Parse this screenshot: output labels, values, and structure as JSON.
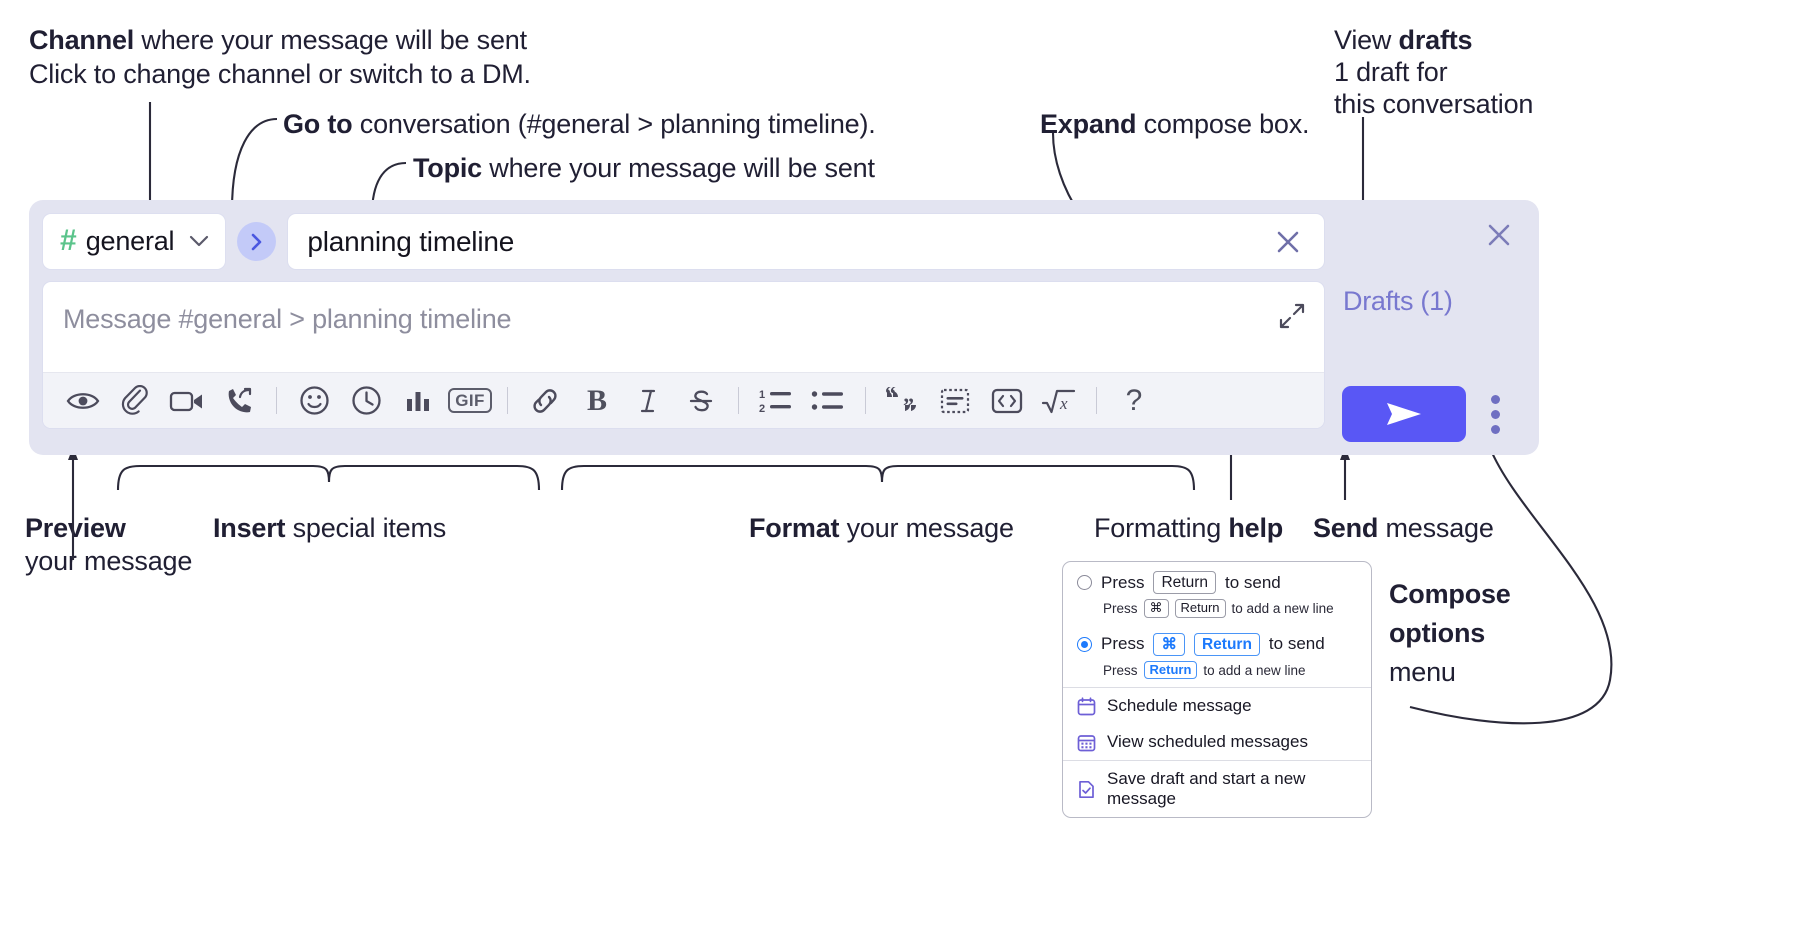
{
  "annotations": {
    "channel": {
      "bold": "Channel",
      "rest": " where your message will be sent",
      "sub": "Click to change channel or switch to a DM."
    },
    "goto": {
      "bold": "Go to",
      "rest": " conversation (#general > planning timeline)."
    },
    "topic": {
      "bold": "Topic",
      "rest": " where your message will be sent"
    },
    "expand": {
      "bold": "Expand",
      "rest": " compose box."
    },
    "drafts": {
      "bold_pre": "View ",
      "bold": "drafts",
      "sub1": "1 draft for",
      "sub2": "this conversation"
    },
    "preview": {
      "bold": "Preview",
      "sub": "your message"
    },
    "insert": {
      "bold": "Insert",
      "rest": " special items"
    },
    "format": {
      "bold": "Format",
      "rest": " your message"
    },
    "help": {
      "pre": "Formatting ",
      "bold": "help"
    },
    "send": {
      "bold": "Send",
      "rest": " message"
    },
    "compose_options": {
      "bold1": "Compose",
      "bold2": "options",
      "rest": "menu"
    }
  },
  "compose": {
    "channel_name": "general",
    "hash_symbol": "#",
    "topic_value": "planning timeline",
    "message_placeholder": "Message #general > planning timeline",
    "drafts_label": "Drafts (1)",
    "toolbar": {
      "insert_group": [
        {
          "name": "preview-eye-icon",
          "label": "Preview"
        },
        {
          "name": "attachment-paperclip-icon",
          "label": "Attach file"
        },
        {
          "name": "video-camera-icon",
          "label": "Record video clip"
        },
        {
          "name": "phone-forward-icon",
          "label": "Record audio clip"
        }
      ],
      "special_group": [
        {
          "name": "emoji-smiley-icon",
          "label": "Emoji"
        },
        {
          "name": "clock-icon",
          "label": "Schedule"
        },
        {
          "name": "bar-chart-icon",
          "label": "Poll"
        },
        {
          "name": "gif-icon",
          "label": "GIF"
        }
      ],
      "format_group": [
        {
          "name": "link-icon",
          "label": "Link"
        },
        {
          "name": "bold-icon",
          "label": "B"
        },
        {
          "name": "italic-icon",
          "label": "I"
        },
        {
          "name": "strikethrough-icon",
          "label": "Strikethrough"
        }
      ],
      "list_group": [
        {
          "name": "ordered-list-icon",
          "label": "Ordered list"
        },
        {
          "name": "bulleted-list-icon",
          "label": "Bulleted list"
        }
      ],
      "block_group": [
        {
          "name": "blockquote-icon",
          "label": "Blockquote"
        },
        {
          "name": "code-block-icon",
          "label": "Code block"
        },
        {
          "name": "inline-code-icon",
          "label": "Code"
        },
        {
          "name": "math-icon",
          "label": "Math"
        }
      ],
      "help_label": "?"
    }
  },
  "options_menu": {
    "option_1": {
      "selected": false,
      "press": "Press",
      "key": "Return",
      "tail": "to send",
      "sub_press": "Press",
      "sub_key_cmd": "⌘",
      "sub_key_return": "Return",
      "sub_tail": "to add a new line"
    },
    "option_2": {
      "selected": true,
      "press": "Press",
      "key_cmd": "⌘",
      "key_return": "Return",
      "tail": "to send",
      "sub_press": "Press",
      "sub_key_return": "Return",
      "sub_tail": "to add a new line"
    },
    "items": [
      {
        "icon": "calendar-clock-icon",
        "label": "Schedule message"
      },
      {
        "icon": "calendar-grid-icon",
        "label": "View scheduled messages"
      },
      {
        "icon": "save-draft-icon",
        "label": "Save draft and start a new message"
      }
    ]
  },
  "colors": {
    "panel_bg": "#e3e4f1",
    "send_button": "#5957f5",
    "hash_green": "#5bc48b",
    "drafts_link": "#7878cf",
    "accent_blue": "#1d7afc",
    "menu_icon_purple": "#6d5fd6"
  }
}
